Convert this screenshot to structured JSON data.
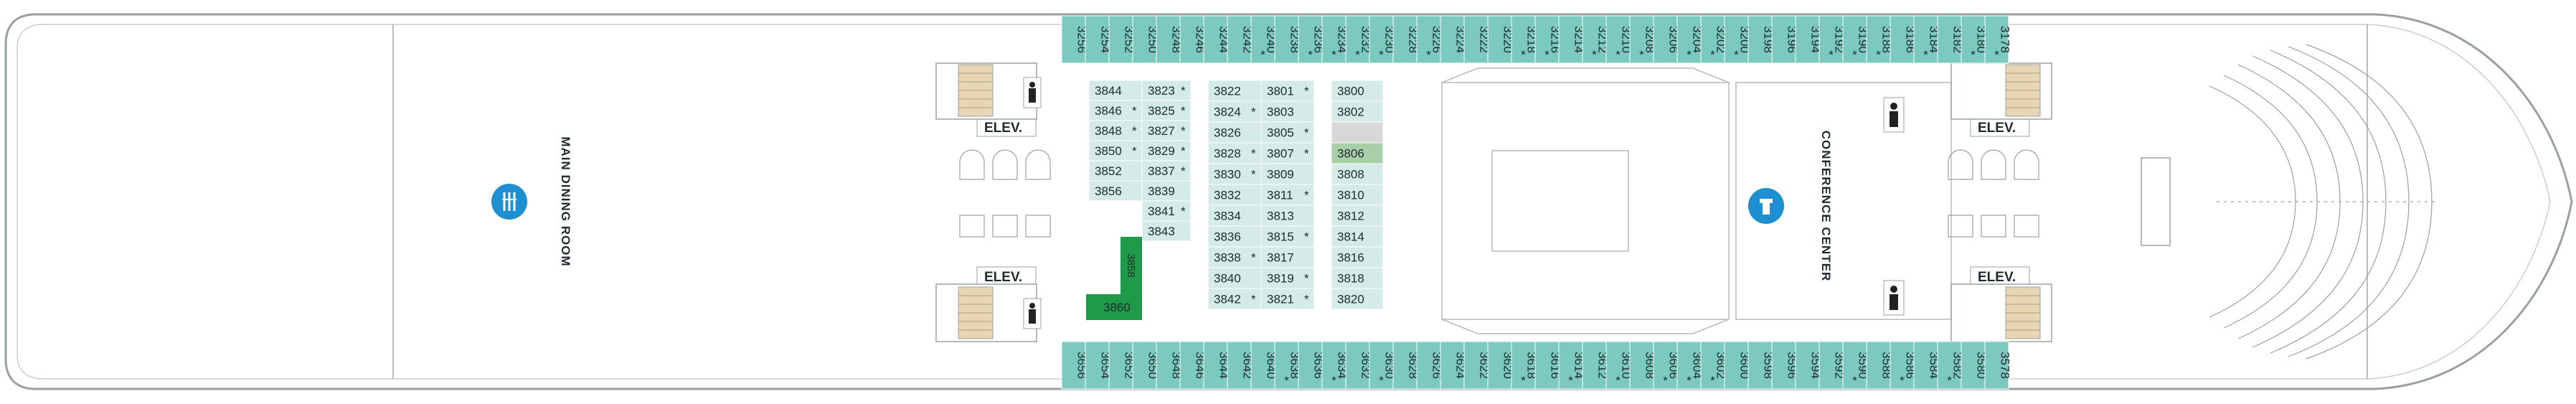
{
  "colors": {
    "cabin": "#7ccabf",
    "cabin_light": "#d5ebe7",
    "cabin_dark": "#1e9a48",
    "cabin_mid": "#a8cfa8",
    "grey_room": "#d8d8d8",
    "icon_blue": "#1e8fd0",
    "stair_fill": "#e7d6b6",
    "outline": "#9aa0a2"
  },
  "labels": {
    "main_dining": "MAIN DINING ROOM",
    "conference": "CONFERENCE CENTER",
    "elev": "ELEV."
  },
  "icons": {
    "dining": "fork-knife-icon",
    "conference": "lectern-icon",
    "restroom": "person-icon",
    "accessible": "wheelchair-icon",
    "connecting": "double-arrow-icon"
  },
  "top_cabins": [
    {
      "n": "3256",
      "s": ""
    },
    {
      "n": "3254",
      "s": ""
    },
    {
      "n": "3252",
      "s": ""
    },
    {
      "n": "3250",
      "s": ""
    },
    {
      "n": "3248",
      "s": ""
    },
    {
      "n": "3246",
      "s": ""
    },
    {
      "n": "3244",
      "s": ""
    },
    {
      "n": "3242",
      "s": ""
    },
    {
      "n": "3240",
      "s": "*"
    },
    {
      "n": "3238",
      "s": ""
    },
    {
      "n": "3236",
      "s": "*"
    },
    {
      "n": "3234",
      "s": "*"
    },
    {
      "n": "3232",
      "s": "*"
    },
    {
      "n": "3230",
      "s": "*"
    },
    {
      "n": "3228",
      "s": ""
    },
    {
      "n": "3226",
      "s": "*"
    },
    {
      "n": "3224",
      "s": ""
    },
    {
      "n": "3222",
      "s": ""
    },
    {
      "n": "3220",
      "s": ""
    },
    {
      "n": "3218",
      "s": "*"
    },
    {
      "n": "3216",
      "s": "*"
    },
    {
      "n": "3214",
      "s": ""
    },
    {
      "n": "3212",
      "s": "*"
    },
    {
      "n": "3210",
      "s": "*"
    },
    {
      "n": "3208",
      "s": "*"
    },
    {
      "n": "3206",
      "s": ""
    },
    {
      "n": "3204",
      "s": "*"
    },
    {
      "n": "3202",
      "s": "*"
    },
    {
      "n": "3200",
      "s": "*"
    },
    {
      "n": "3198",
      "s": ""
    },
    {
      "n": "3196",
      "s": ""
    },
    {
      "n": "3194",
      "s": ""
    },
    {
      "n": "3192",
      "s": "*"
    },
    {
      "n": "3190",
      "s": "*"
    },
    {
      "n": "3188",
      "s": "*"
    },
    {
      "n": "3186",
      "s": ""
    },
    {
      "n": "3184",
      "s": "*"
    },
    {
      "n": "3182",
      "s": ""
    },
    {
      "n": "3180",
      "s": "*"
    },
    {
      "n": "3178",
      "s": "*"
    }
  ],
  "bottom_cabins": [
    {
      "n": "3656",
      "s": ""
    },
    {
      "n": "3654",
      "s": ""
    },
    {
      "n": "3652",
      "s": ""
    },
    {
      "n": "3650",
      "s": ""
    },
    {
      "n": "3648",
      "s": ""
    },
    {
      "n": "3646",
      "s": ""
    },
    {
      "n": "3644",
      "s": ""
    },
    {
      "n": "3642",
      "s": ""
    },
    {
      "n": "3640",
      "s": ""
    },
    {
      "n": "3638",
      "s": "*"
    },
    {
      "n": "3636",
      "s": ""
    },
    {
      "n": "3634",
      "s": "*"
    },
    {
      "n": "3632",
      "s": ""
    },
    {
      "n": "3630",
      "s": "*"
    },
    {
      "n": "3628",
      "s": ""
    },
    {
      "n": "3626",
      "s": ""
    },
    {
      "n": "3624",
      "s": ""
    },
    {
      "n": "3622",
      "s": ""
    },
    {
      "n": "3620",
      "s": ""
    },
    {
      "n": "3618",
      "s": "*"
    },
    {
      "n": "3616",
      "s": ""
    },
    {
      "n": "3614",
      "s": "*"
    },
    {
      "n": "3612",
      "s": ""
    },
    {
      "n": "3610",
      "s": "*"
    },
    {
      "n": "3608",
      "s": ""
    },
    {
      "n": "3606",
      "s": "*"
    },
    {
      "n": "3604",
      "s": "*"
    },
    {
      "n": "3602",
      "s": "*"
    },
    {
      "n": "3600",
      "s": ""
    },
    {
      "n": "3598",
      "s": ""
    },
    {
      "n": "3596",
      "s": ""
    },
    {
      "n": "3594",
      "s": ""
    },
    {
      "n": "3592",
      "s": ""
    },
    {
      "n": "3590",
      "s": "*"
    },
    {
      "n": "3588",
      "s": ""
    },
    {
      "n": "3586",
      "s": "*"
    },
    {
      "n": "3584",
      "s": ""
    },
    {
      "n": "3582",
      "s": "*"
    },
    {
      "n": "3580",
      "s": ""
    },
    {
      "n": "3578",
      "s": ""
    }
  ],
  "inner_col_a": [
    {
      "n": "3844",
      "s": ""
    },
    {
      "n": "3846",
      "s": "*"
    },
    {
      "n": "3848",
      "s": "*"
    },
    {
      "n": "3850",
      "s": "*"
    },
    {
      "n": "3852",
      "s": ""
    },
    {
      "n": "3856",
      "s": ""
    }
  ],
  "inner_col_b": [
    {
      "n": "3823",
      "s": "*"
    },
    {
      "n": "3825",
      "s": "*"
    },
    {
      "n": "3827",
      "s": "*"
    },
    {
      "n": "3829",
      "s": "*"
    },
    {
      "n": "3837",
      "s": "*"
    },
    {
      "n": "3839",
      "s": ""
    },
    {
      "n": "3841",
      "s": "*"
    },
    {
      "n": "3843",
      "s": ""
    }
  ],
  "inner_col_c": [
    {
      "n": "3822",
      "s": ""
    },
    {
      "n": "3824",
      "s": "*"
    },
    {
      "n": "3826",
      "s": ""
    },
    {
      "n": "3828",
      "s": "*"
    },
    {
      "n": "3830",
      "s": "*"
    },
    {
      "n": "3832",
      "s": ""
    },
    {
      "n": "3834",
      "s": ""
    },
    {
      "n": "3836",
      "s": ""
    },
    {
      "n": "3838",
      "s": "*"
    },
    {
      "n": "3840",
      "s": ""
    },
    {
      "n": "3842",
      "s": "*"
    }
  ],
  "inner_col_d": [
    {
      "n": "3801",
      "s": "*"
    },
    {
      "n": "3803",
      "s": ""
    },
    {
      "n": "3805",
      "s": "*"
    },
    {
      "n": "3807",
      "s": "*"
    },
    {
      "n": "3809",
      "s": ""
    },
    {
      "n": "3811",
      "s": "*"
    },
    {
      "n": "3813",
      "s": ""
    },
    {
      "n": "3815",
      "s": "*"
    },
    {
      "n": "3817",
      "s": ""
    },
    {
      "n": "3819",
      "s": "*"
    },
    {
      "n": "3821",
      "s": "*"
    }
  ],
  "inner_col_e": [
    {
      "n": "3800",
      "s": ""
    },
    {
      "n": "3802",
      "s": ""
    },
    {
      "n": "",
      "s": ""
    },
    {
      "n": "3806",
      "s": ""
    },
    {
      "n": "3808",
      "s": ""
    },
    {
      "n": "3810",
      "s": ""
    },
    {
      "n": "3812",
      "s": ""
    },
    {
      "n": "3814",
      "s": ""
    },
    {
      "n": "3816",
      "s": ""
    },
    {
      "n": "3818",
      "s": ""
    },
    {
      "n": "3820",
      "s": ""
    }
  ],
  "special_cabins": [
    "3858",
    "3860"
  ]
}
